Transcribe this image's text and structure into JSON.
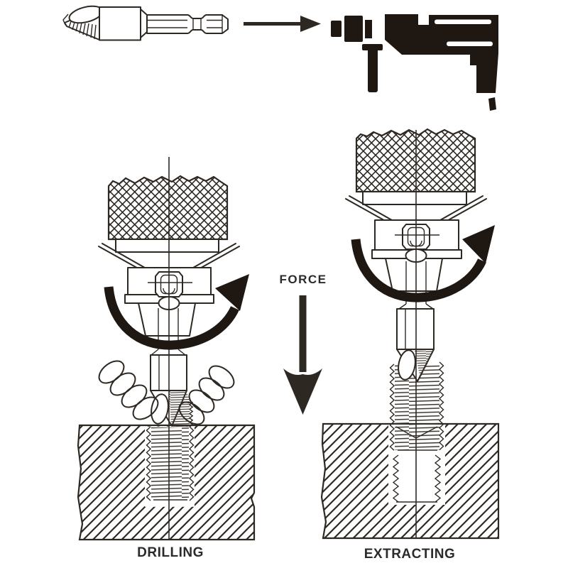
{
  "diagram": {
    "background": "#ffffff",
    "ink_color": "#2e2822",
    "drill_fill": "#1f1711",
    "header": {
      "bit_icon": "screw-extractor-bit-icon",
      "arrow_icon": "arrow-right-icon",
      "drill_icon": "power-drill-icon"
    },
    "force_label": "FORCE",
    "panels": [
      {
        "label": "DRILLING"
      },
      {
        "label": "EXTRACTING"
      }
    ]
  }
}
